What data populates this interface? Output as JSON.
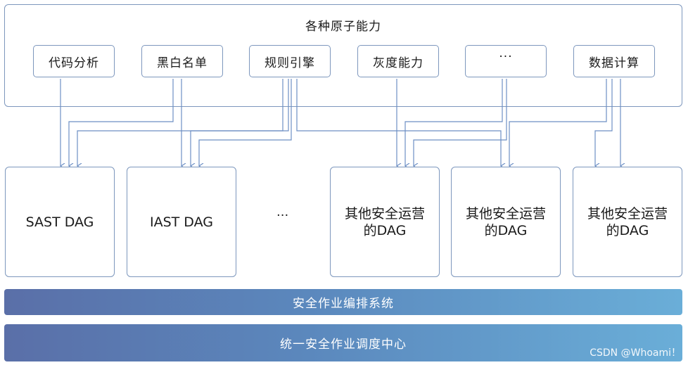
{
  "top_panel": {
    "title": "各种原子能力",
    "capabilities": [
      {
        "id": "code-analysis",
        "label": "代码分析"
      },
      {
        "id": "blackwhite-list",
        "label": "黑白名单"
      },
      {
        "id": "rule-engine",
        "label": "规则引擎"
      },
      {
        "id": "grayscale",
        "label": "灰度能力"
      },
      {
        "id": "more",
        "label": "···"
      },
      {
        "id": "data-compute",
        "label": "数据计算"
      }
    ]
  },
  "dags": [
    {
      "id": "sast",
      "line1": "SAST DAG",
      "line2": ""
    },
    {
      "id": "iast",
      "line1": "IAST DAG",
      "line2": ""
    },
    {
      "id": "other-1",
      "line1": "其他安全运营",
      "line2": "的DAG"
    },
    {
      "id": "other-2",
      "line1": "其他安全运营",
      "line2": "的DAG"
    },
    {
      "id": "other-3",
      "line1": "其他安全运营",
      "line2": "的DAG"
    }
  ],
  "middle_ellipsis": "···",
  "bars": {
    "orchestration": "安全作业编排系统",
    "scheduling": "统一安全作业调度中心"
  },
  "watermark": "CSDN @Whoami！",
  "colors": {
    "border": "#7d97bd",
    "connector": "#6d8fc4",
    "bar_start": "#5a6fa8",
    "bar_end": "#6aaed8"
  }
}
